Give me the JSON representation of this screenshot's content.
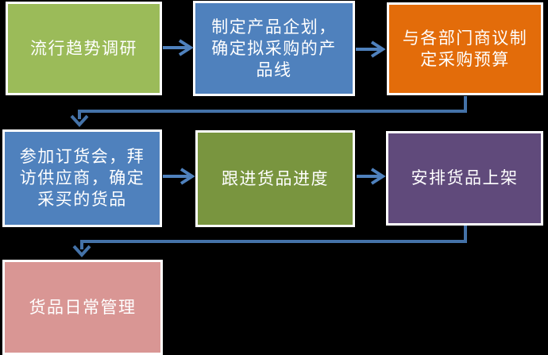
{
  "diagram": {
    "background": "#000000",
    "border_color": "#FFFFFF",
    "text_color": "#FFFFFF",
    "connector_colors": {
      "straight": "#4F81BD",
      "elbow": "#4472A8"
    },
    "nodes": [
      {
        "id": "node-1",
        "label": "流行趋势调研",
        "color": "#9BBB59"
      },
      {
        "id": "node-2",
        "label": "制定产品企划，\n确定拟采购的产\n品线",
        "color": "#4F81BD"
      },
      {
        "id": "node-3",
        "label": "与各部门商议制\n定采购预算",
        "color": "#E36C0A"
      },
      {
        "id": "node-4",
        "label": "参加订货会，拜\n访供应商，确定\n采买的货品",
        "color": "#4F81BD"
      },
      {
        "id": "node-5",
        "label": "跟进货品进度",
        "color": "#79953F"
      },
      {
        "id": "node-6",
        "label": "安排货品上架",
        "color": "#604A7B"
      },
      {
        "id": "node-7",
        "label": "货品日常管理",
        "color": "#D99694"
      }
    ],
    "edges": [
      {
        "from": "node-1",
        "to": "node-2",
        "type": "straight-right"
      },
      {
        "from": "node-2",
        "to": "node-3",
        "type": "straight-right"
      },
      {
        "from": "node-3",
        "to": "node-4",
        "type": "elbow-down-left"
      },
      {
        "from": "node-4",
        "to": "node-5",
        "type": "straight-right"
      },
      {
        "from": "node-5",
        "to": "node-6",
        "type": "straight-right"
      },
      {
        "from": "node-6",
        "to": "node-7",
        "type": "elbow-down-left"
      }
    ]
  }
}
